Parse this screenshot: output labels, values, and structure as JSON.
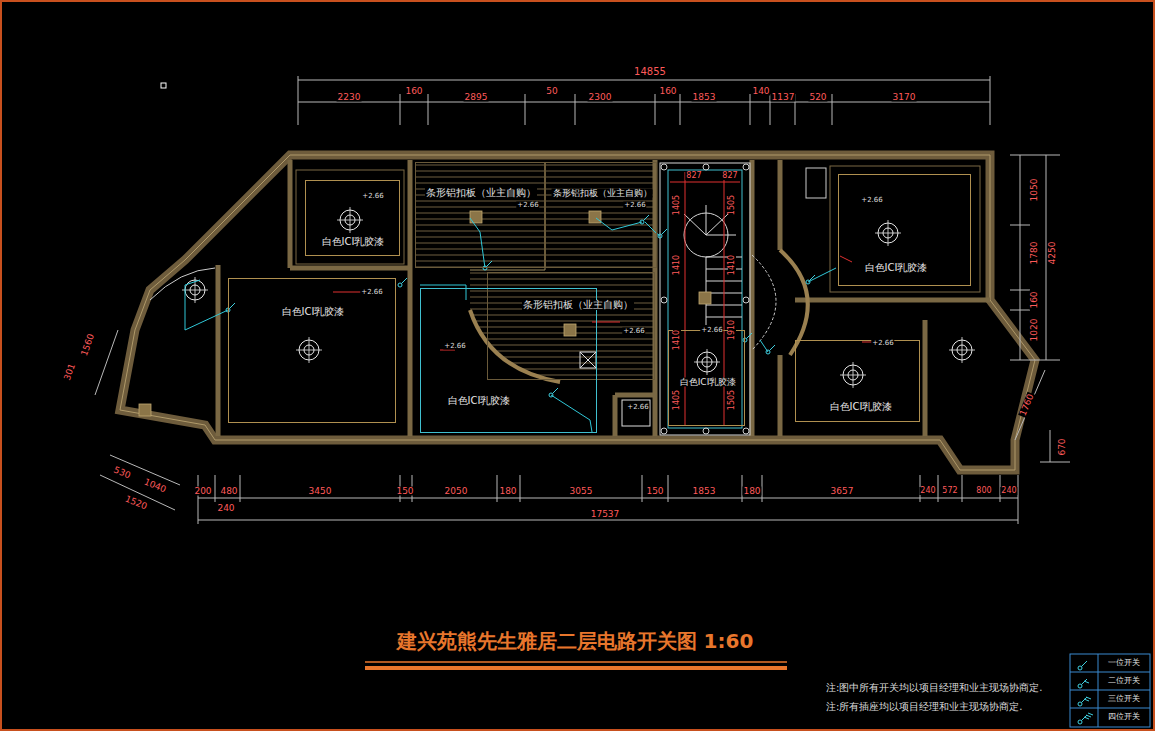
{
  "diagram": {
    "title": "建兴苑熊先生雅居二层电路开关图 1:60",
    "nodes": [
      {
        "text": [
          "白色ICI乳胶漆"
        ]
      },
      {
        "text": [
          "条形铝扣板（业主自购）"
        ]
      },
      {
        "text": [
          "条形铝扣板（业主自购）"
        ]
      },
      {
        "text": [
          "白色ICI乳胶漆"
        ]
      },
      {
        "text": [
          "白色ICI乳胶漆"
        ]
      },
      {
        "text": [
          "条形铝扣板（业主自购）"
        ]
      },
      {
        "text": [
          "白色ICI乳胶漆"
        ]
      },
      {
        "text": [
          "白色ICI乳胶漆"
        ]
      },
      {
        "text": [
          "白色ICI乳胶漆"
        ]
      }
    ],
    "labels": [
      "14855",
      "2230",
      "160",
      "2895",
      "50",
      "2300",
      "160",
      "1853",
      "140",
      "1137",
      "520",
      "3170",
      "1050",
      "1780",
      "4250",
      "160",
      "1020",
      "1760",
      "670",
      "1560",
      "301",
      "530",
      "1040",
      "1520",
      "200",
      "480",
      "240",
      "3450",
      "150",
      "2050",
      "180",
      "3055",
      "150",
      "1853",
      "180",
      "3657",
      "240",
      "572",
      "800",
      "240",
      "17537",
      "827",
      "827",
      "1405",
      "1505",
      "1410",
      "1410",
      "1410",
      "1910",
      "1405",
      "1505",
      "+2.66",
      "+2.66",
      "+2.66",
      "+2.66",
      "+2.66",
      "+2.66",
      "+2.66",
      "+2.66",
      "+2.66",
      "+2.66",
      "注:图中所有开关均以项目经理和业主现场协商定.",
      "注:所有插座均以项目经理和业主现场协商定."
    ],
    "legend": [
      {
        "text": "一位开关"
      },
      {
        "text": "二位开关"
      },
      {
        "text": "三位开关"
      },
      {
        "text": "四位开关"
      }
    ]
  }
}
